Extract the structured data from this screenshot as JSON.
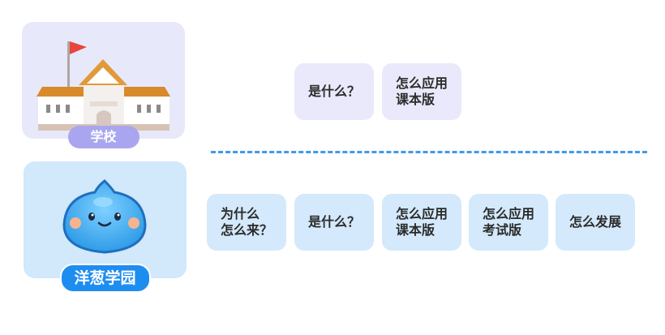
{
  "cards": {
    "school": {
      "label": "学校"
    },
    "yangcong": {
      "label": "洋葱学园"
    }
  },
  "school_chips": [
    "是什么？",
    "怎么应用\n课本版"
  ],
  "yangcong_chips": [
    "为什么\n怎么来？",
    "是什么？",
    "怎么应用\n课本版",
    "怎么应用\n考试版",
    "怎么发展"
  ],
  "colors": {
    "school_bg": "#e8e8fb",
    "yangcong_bg": "#d2e8fb",
    "school_badge": "#a9a6ef",
    "yangcong_badge": "#1e8df0",
    "divider": "#3f9ae8"
  }
}
